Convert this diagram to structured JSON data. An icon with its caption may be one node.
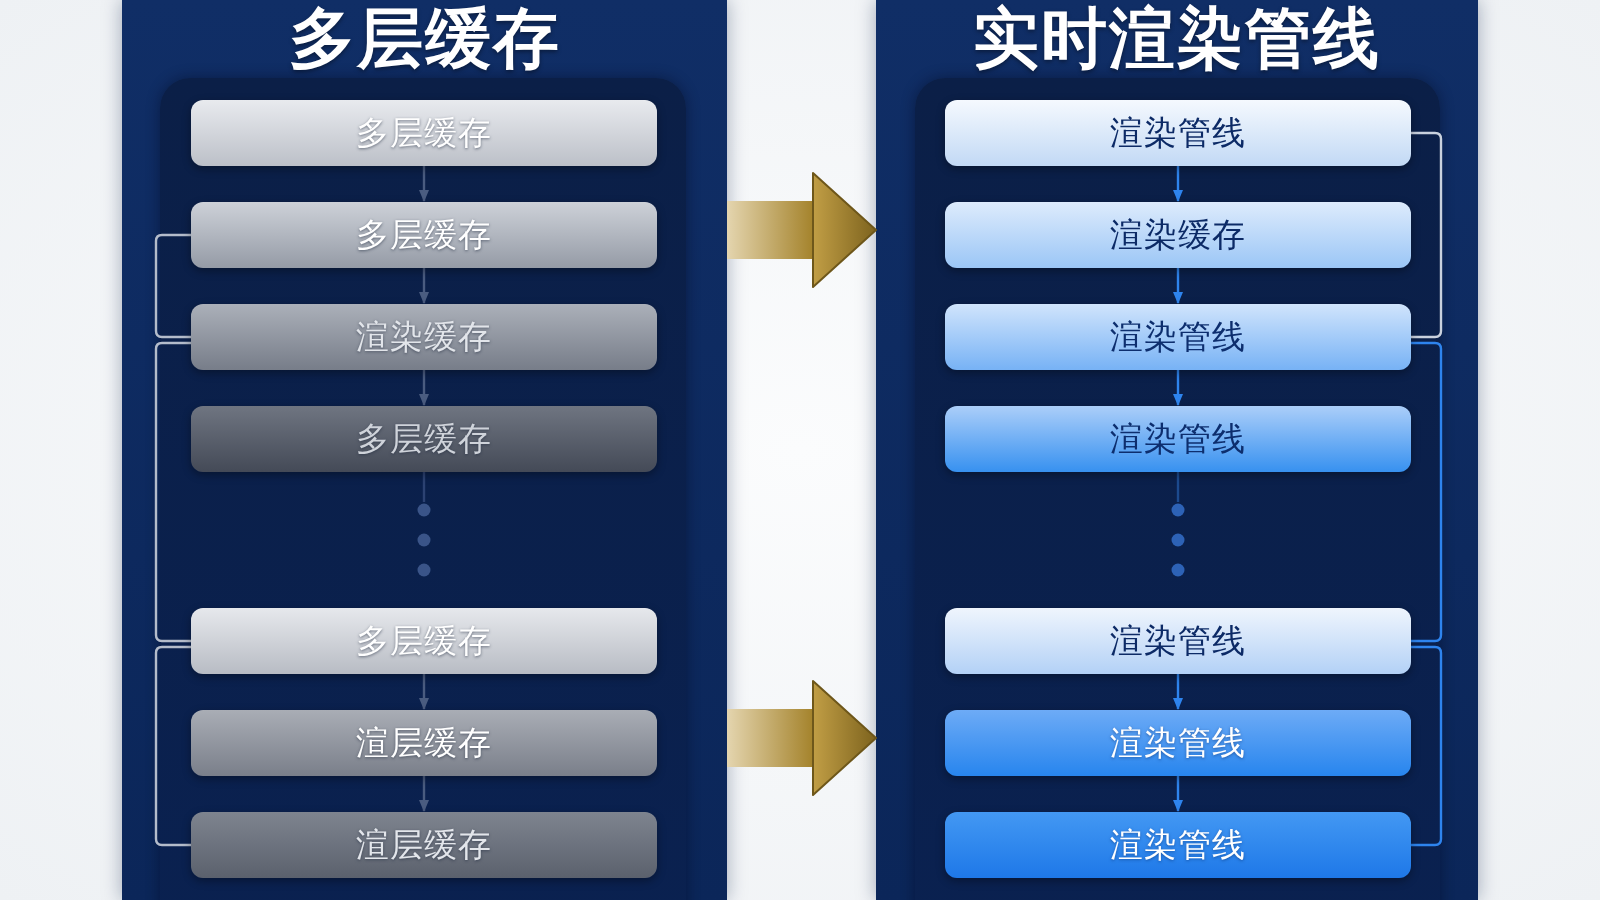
{
  "diagram": {
    "nodes": [
      {
        "text": [
          "多层缓存"
        ]
      },
      {
        "text": [
          "多层缓存"
        ],
        "in": 0
      },
      {
        "text": [
          "多层缓存"
        ],
        "in": 0
      },
      {
        "text": [
          "渲染缓存"
        ],
        "in": 0
      },
      {
        "text": [
          "多层缓存"
        ],
        "in": 0
      },
      {
        "text": [],
        "shape": "dots",
        "in": 0
      },
      {
        "text": [
          "多层缓存"
        ],
        "in": 0
      },
      {
        "text": [
          "渲层缓存"
        ],
        "in": 0
      },
      {
        "text": [
          "渲层缓存"
        ],
        "in": 0
      },
      {
        "text": [
          "实时渲染管线"
        ]
      },
      {
        "text": [
          "渲染管线"
        ],
        "in": 9
      },
      {
        "text": [
          "渲染缓存"
        ],
        "in": 9
      },
      {
        "text": [
          "渲染管线"
        ],
        "in": 9
      },
      {
        "text": [
          "渲染管线"
        ],
        "in": 9
      },
      {
        "text": [],
        "shape": "dots",
        "in": 9
      },
      {
        "text": [
          "渲染管线"
        ],
        "in": 9
      },
      {
        "text": [
          "渲染管线"
        ],
        "in": 9
      },
      {
        "text": [
          "渲染管线"
        ],
        "in": 9
      }
    ],
    "edges": [
      {
        "from": 1,
        "to": 2,
        "arrow": "to",
        "color": "#4a5c80"
      },
      {
        "from": 2,
        "to": 3,
        "arrow": "to",
        "color": "#4a5c80"
      },
      {
        "from": 3,
        "to": 4,
        "arrow": "to",
        "color": "#4a5c80"
      },
      {
        "from": 4,
        "to": 5,
        "arrow": "none",
        "color": "#2c4272"
      },
      {
        "from": 6,
        "to": 7,
        "arrow": "to",
        "color": "#4a5c80"
      },
      {
        "from": 7,
        "to": 8,
        "arrow": "to",
        "color": "#4a5c80"
      },
      {
        "from": 2,
        "to": 3,
        "arrow": "none",
        "color": "#b4bccb"
      },
      {
        "from": 3,
        "to": 6,
        "arrow": "none",
        "color": "#b4bccb"
      },
      {
        "from": 6,
        "to": 8,
        "arrow": "none",
        "color": "#b4bccb"
      },
      {
        "from": 0,
        "to": 9,
        "arrow": "to",
        "style": "thick",
        "color": "#b8912c"
      },
      {
        "from": 0,
        "to": 9,
        "arrow": "to",
        "style": "thick",
        "color": "#b8912c"
      },
      {
        "from": 10,
        "to": 11,
        "arrow": "to"
      },
      {
        "from": 11,
        "to": 12,
        "arrow": "to"
      },
      {
        "from": 12,
        "to": 13,
        "arrow": "to"
      },
      {
        "from": 13,
        "to": 14,
        "arrow": "none",
        "color": "#1c4a8e"
      },
      {
        "from": 15,
        "to": 16,
        "arrow": "to"
      },
      {
        "from": 16,
        "to": 17,
        "arrow": "to"
      },
      {
        "from": 10,
        "to": 12,
        "arrow": "none",
        "color": "#c9d1de"
      },
      {
        "from": 12,
        "to": 15,
        "arrow": "none"
      },
      {
        "from": 15,
        "to": 17,
        "arrow": "none"
      }
    ]
  }
}
